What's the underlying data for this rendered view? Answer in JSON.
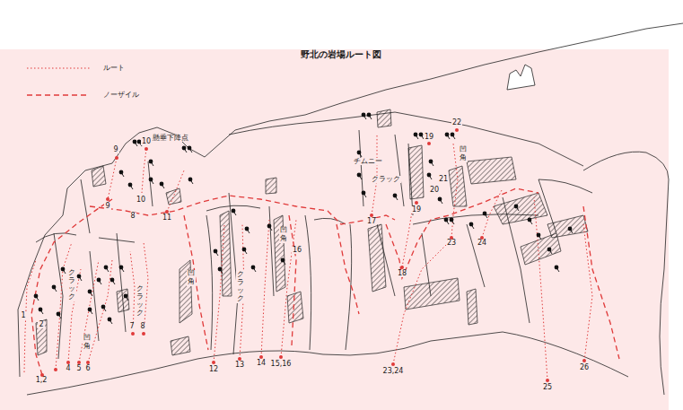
{
  "diagram": {
    "title": "野北の岩場ルート図",
    "labels": [
      "1",
      "2",
      "1,2",
      "4",
      "5",
      "6",
      "7",
      "8",
      "9",
      "9",
      "10",
      "10",
      "8",
      "11",
      "懸垂下降点",
      "12",
      "13",
      "14",
      "15,16",
      "16",
      "凹角",
      "クラック",
      "凹角",
      "クラック",
      "クラック",
      "凹角",
      "17",
      "18",
      "チムニー",
      "クラック",
      "19",
      "19",
      "20",
      "21",
      "22",
      "凹角",
      "23",
      "24",
      "23,24",
      "25",
      "26"
    ],
    "legend": [
      {
        "text": "ルート"
      },
      {
        "text": "ノーザイル"
      }
    ]
  }
}
